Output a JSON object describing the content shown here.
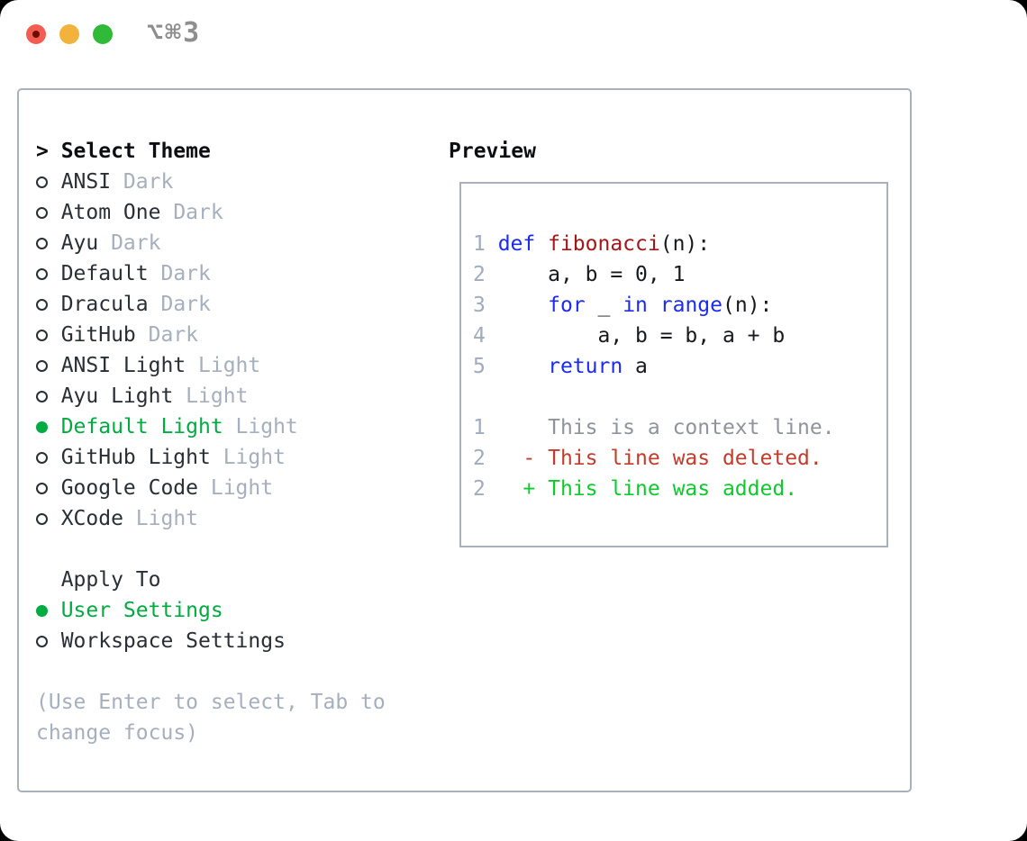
{
  "titlebar": {
    "shortcut": "⌥⌘3",
    "traffic_lights": [
      "close",
      "minimize",
      "zoom"
    ]
  },
  "theme_panel": {
    "header": {
      "marker": ">",
      "label": "Select Theme"
    },
    "items": [
      {
        "name": "ANSI",
        "variant": "Dark",
        "selected": false
      },
      {
        "name": "Atom One",
        "variant": "Dark",
        "selected": false
      },
      {
        "name": "Ayu",
        "variant": "Dark",
        "selected": false
      },
      {
        "name": "Default",
        "variant": "Dark",
        "selected": false
      },
      {
        "name": "Dracula",
        "variant": "Dark",
        "selected": false
      },
      {
        "name": "GitHub",
        "variant": "Dark",
        "selected": false
      },
      {
        "name": "ANSI Light",
        "variant": "Light",
        "selected": false
      },
      {
        "name": "Ayu Light",
        "variant": "Light",
        "selected": false
      },
      {
        "name": "Default Light",
        "variant": "Light",
        "selected": true
      },
      {
        "name": "GitHub Light",
        "variant": "Light",
        "selected": false
      },
      {
        "name": "Google Code",
        "variant": "Light",
        "selected": false
      },
      {
        "name": "XCode",
        "variant": "Light",
        "selected": false
      }
    ],
    "apply_to": {
      "header": "Apply To",
      "options": [
        {
          "label": "User Settings",
          "selected": true
        },
        {
          "label": "Workspace Settings",
          "selected": false
        }
      ]
    },
    "help_lines": [
      "(Use Enter to select, Tab to",
      "change focus)"
    ]
  },
  "preview": {
    "header": "Preview",
    "code_lines": [
      {
        "segments": [
          {
            "text": "1 ",
            "color": "num"
          },
          {
            "text": "def ",
            "color": "keyword"
          },
          {
            "text": "fibonacci",
            "color": "function"
          },
          {
            "text": "(n):",
            "color": "plain"
          }
        ]
      },
      {
        "segments": [
          {
            "text": "2 ",
            "color": "num"
          },
          {
            "text": "    a, b = 0, 1",
            "color": "plain"
          }
        ]
      },
      {
        "segments": [
          {
            "text": "3 ",
            "color": "num"
          },
          {
            "text": "    ",
            "color": "plain"
          },
          {
            "text": "for",
            "color": "keyword"
          },
          {
            "text": " _ ",
            "color": "plain"
          },
          {
            "text": "in",
            "color": "keyword"
          },
          {
            "text": " ",
            "color": "plain"
          },
          {
            "text": "range",
            "color": "keyword"
          },
          {
            "text": "(n):",
            "color": "plain"
          }
        ]
      },
      {
        "segments": [
          {
            "text": "4 ",
            "color": "num"
          },
          {
            "text": "        a, b = b, a + b",
            "color": "plain"
          }
        ]
      },
      {
        "segments": [
          {
            "text": "5 ",
            "color": "num"
          },
          {
            "text": "    ",
            "color": "plain"
          },
          {
            "text": "return",
            "color": "keyword"
          },
          {
            "text": " a",
            "color": "plain"
          }
        ]
      },
      {
        "segments": []
      },
      {
        "segments": [
          {
            "text": "1",
            "color": "num"
          },
          {
            "text": "     This is a context line.",
            "color": "context"
          }
        ]
      },
      {
        "segments": [
          {
            "text": "2",
            "color": "num"
          },
          {
            "text": "   ",
            "color": "plain"
          },
          {
            "text": "- This line was deleted.",
            "color": "deleted"
          }
        ]
      },
      {
        "segments": [
          {
            "text": "2",
            "color": "num"
          },
          {
            "text": "   ",
            "color": "plain"
          },
          {
            "text": "+ This line was added.",
            "color": "added"
          }
        ]
      }
    ]
  },
  "colors": {
    "frame_bg": "#000000",
    "window_bg": "#ffffff",
    "border": "#a9b1bb",
    "text_header": "#0c0e11",
    "text_primary": "#2a2e35",
    "text_muted": "#a6afbd",
    "line_number": "#a0abbe",
    "context_text": "#8f939b",
    "code_text": "#17191d",
    "selection_green": "#00ab41",
    "added_green": "#0fca2e",
    "deleted_red": "#c43b2b",
    "keyword_blue": "#1c2bf0",
    "function_red": "#a51616",
    "traffic_red": "#f35c51",
    "traffic_red_dot": "#6e0e03",
    "traffic_yellow": "#f2b23c",
    "traffic_green": "#31ba38",
    "shortcut_gray": "#8e8e8e"
  }
}
